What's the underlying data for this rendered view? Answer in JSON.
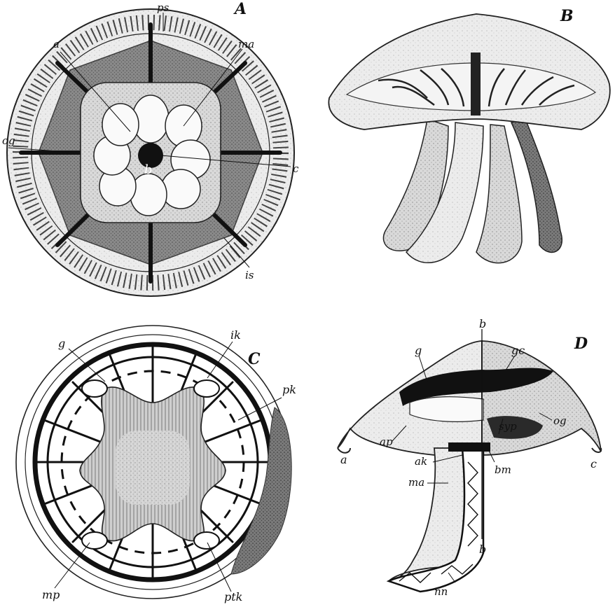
{
  "figure": {
    "panels": [
      {
        "id": "A",
        "letter": "A",
        "labels": [
          "ps",
          "a",
          "ma",
          "og",
          "c",
          "is",
          "b"
        ]
      },
      {
        "id": "B",
        "letter": "B",
        "labels": []
      },
      {
        "id": "C",
        "letter": "C",
        "labels": [
          "g",
          "ik",
          "pk",
          "mp",
          "ptk"
        ]
      },
      {
        "id": "D",
        "letter": "D",
        "labels": [
          "b",
          "g",
          "gc",
          "og",
          "a",
          "c",
          "ap",
          "syp",
          "ak",
          "bm",
          "ma",
          "b",
          "nn"
        ]
      }
    ]
  }
}
